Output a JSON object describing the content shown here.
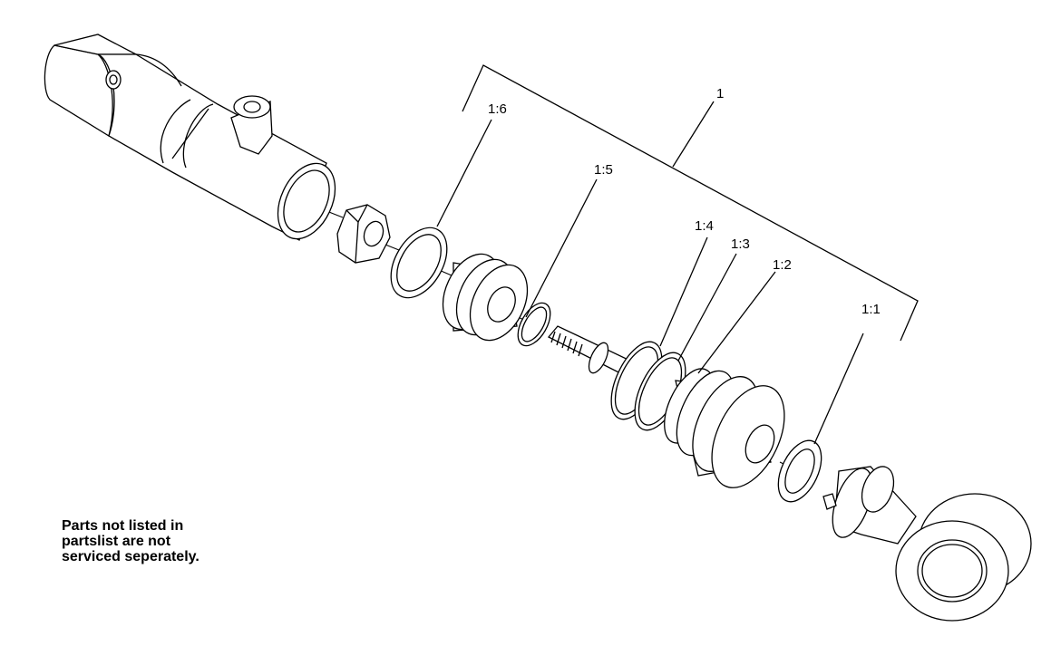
{
  "labels": {
    "assembly": "1",
    "part_1_1": "1:1",
    "part_1_2": "1:2",
    "part_1_3": "1:3",
    "part_1_4": "1:4",
    "part_1_5": "1:5",
    "part_1_6": "1:6"
  },
  "note": {
    "line1": "Parts not listed in",
    "line2": "partslist are not",
    "line3": "serviced seperately."
  }
}
